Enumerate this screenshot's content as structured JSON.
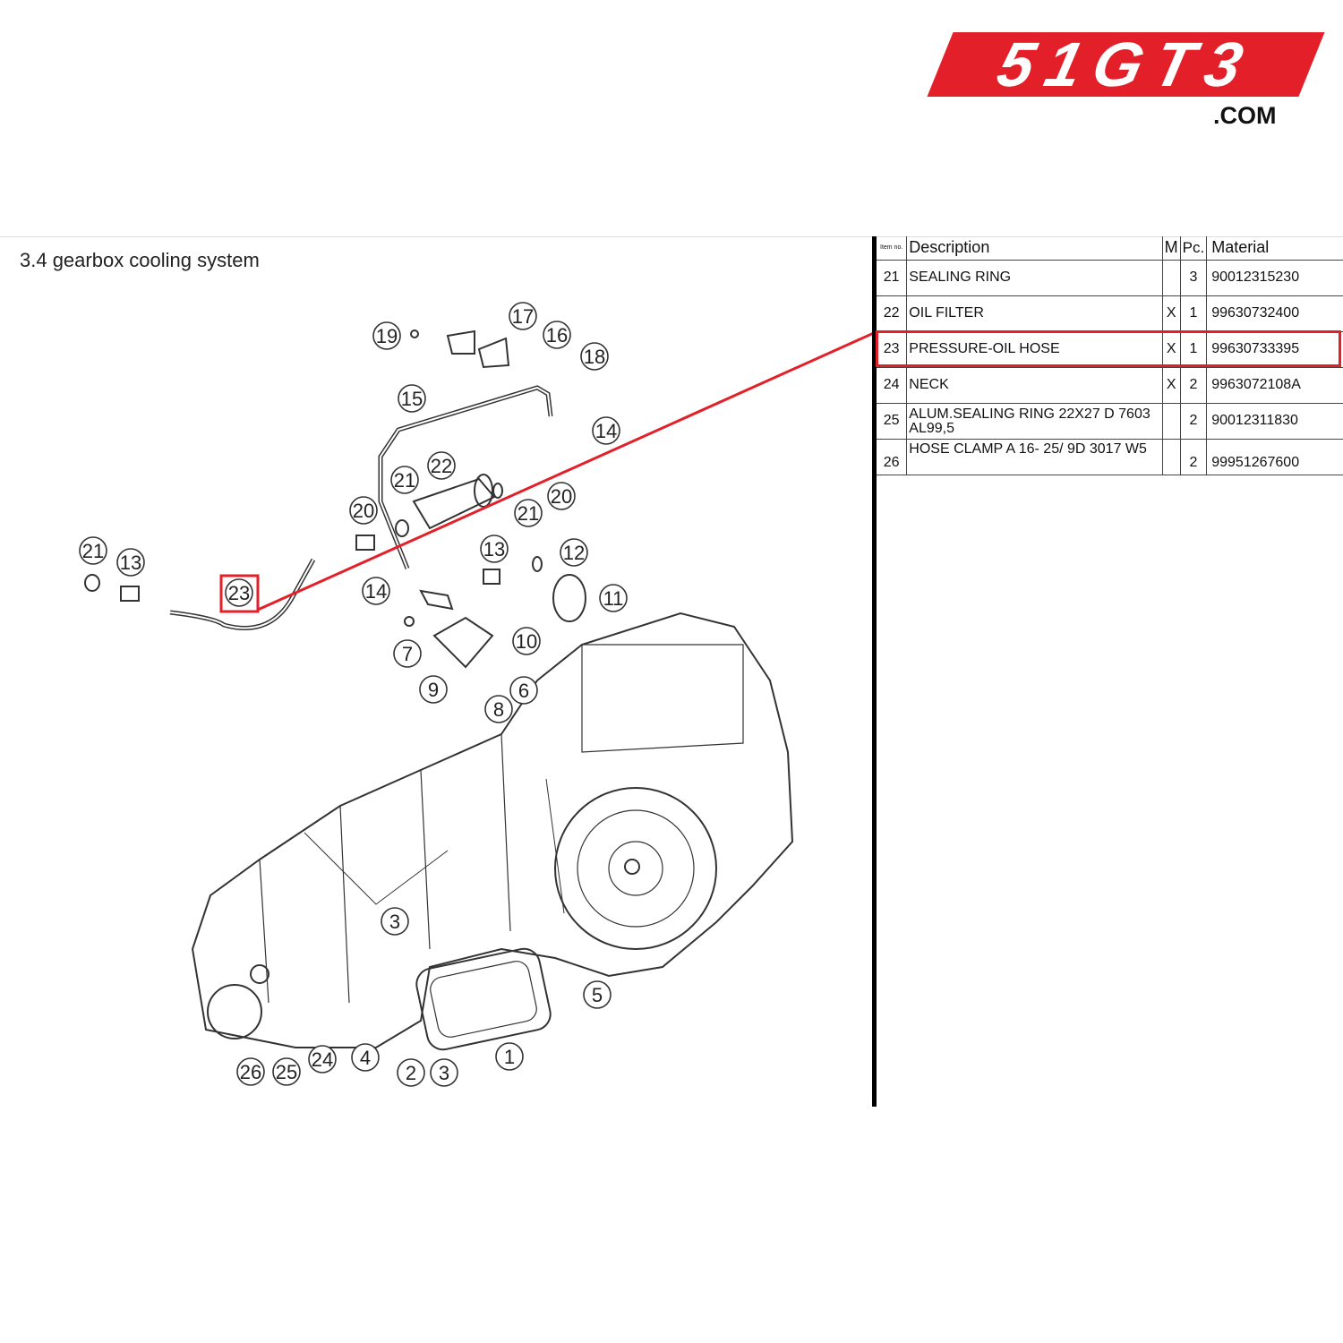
{
  "logo": {
    "text": "51GT3",
    "suffix": ".COM"
  },
  "section_title": "3.4  gearbox cooling system",
  "table": {
    "headers": {
      "item": "Item no.",
      "description": "Description",
      "m": "M",
      "pc": "Pc.",
      "material": "Material"
    },
    "rows": [
      {
        "item": "21",
        "description": "SEALING RING",
        "m": "",
        "pc": "3",
        "material": "90012315230"
      },
      {
        "item": "22",
        "description": "OIL FILTER",
        "m": "X",
        "pc": "1",
        "material": "99630732400"
      },
      {
        "item": "23",
        "description": "PRESSURE-OIL HOSE",
        "m": "X",
        "pc": "1",
        "material": "99630733395"
      },
      {
        "item": "24",
        "description": "NECK",
        "m": "X",
        "pc": "2",
        "material": "9963072108A"
      },
      {
        "item": "25",
        "description": "ALUM.SEALING RING 22X27 D 7603 AL99,5",
        "m": "",
        "pc": "2",
        "material": "90012311830"
      },
      {
        "item": "26",
        "description": "HOSE CLAMP A 16- 25/ 9D 3017 W5",
        "m": "",
        "pc": "2",
        "material": "99951267600"
      }
    ],
    "selected_item": "23"
  },
  "callouts": [
    "19",
    "17",
    "16",
    "18",
    "15",
    "14",
    "22",
    "21",
    "20",
    "21",
    "20",
    "13",
    "12",
    "21",
    "13",
    "23",
    "14",
    "11",
    "10",
    "7",
    "9",
    "6",
    "8",
    "3",
    "5",
    "1",
    "4",
    "24",
    "26",
    "25",
    "2",
    "3"
  ],
  "highlight_color": "#e3202a"
}
